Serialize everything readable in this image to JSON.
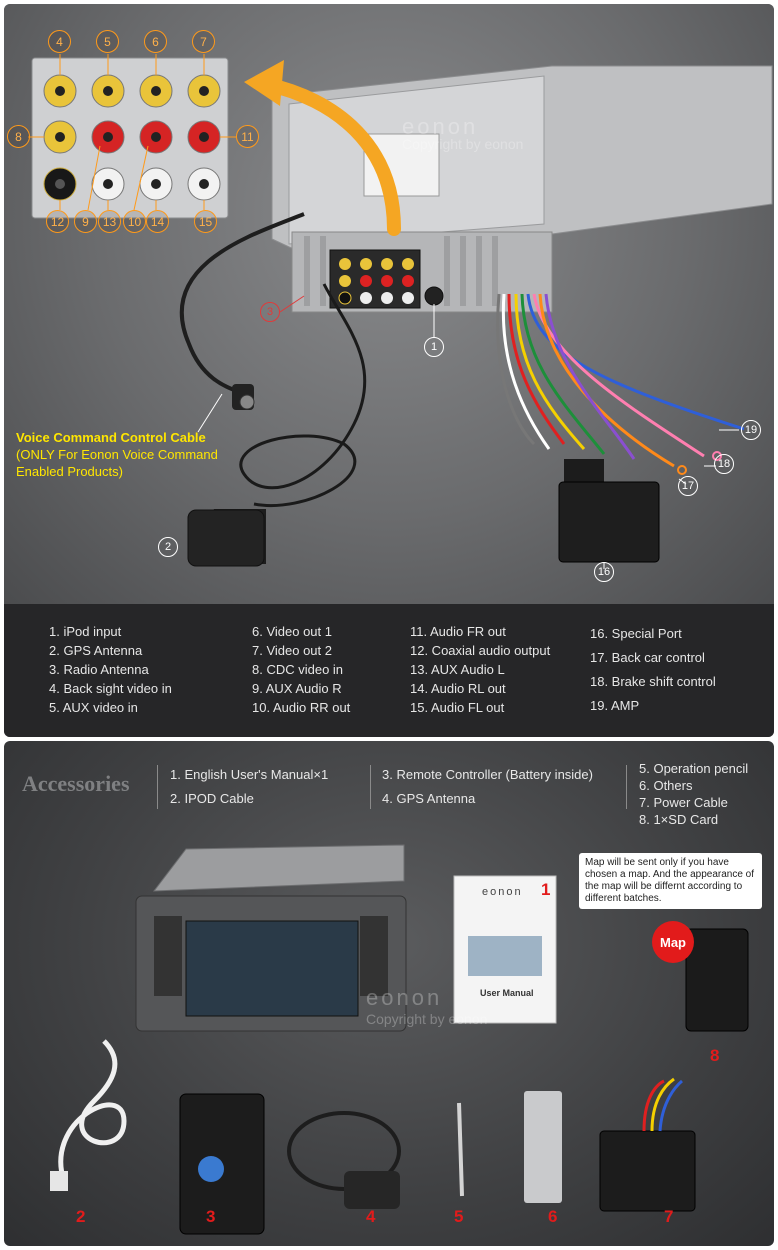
{
  "top": {
    "callouts": [
      "4",
      "5",
      "6",
      "7",
      "8",
      "11",
      "12",
      "9",
      "13",
      "10",
      "14",
      "15",
      "3",
      "1",
      "2",
      "16",
      "17",
      "18",
      "19"
    ],
    "voice_cable": {
      "title": "Voice Command Control Cable",
      "line1": "(ONLY For Eonon Voice Command",
      "line2": "Enabled Products)"
    },
    "watermark": {
      "brand": "eonon",
      "copyright": "Copyright by eonon"
    },
    "legend": {
      "col1": [
        "1. iPod input",
        "2. GPS Antenna",
        "3. Radio Antenna",
        "4. Back sight video in",
        "5. AUX video in"
      ],
      "col2": [
        "6. Video out 1",
        "7. Video out 2",
        "8. CDC video in",
        "9. AUX Audio R",
        "10. Audio RR out"
      ],
      "col3": [
        "11. Audio FR out",
        "12. Coaxial audio output",
        "13. AUX Audio L",
        "14. Audio RL out",
        "15. Audio FL out"
      ],
      "col4": [
        "16. Special Port",
        "17. Back car control",
        "18. Brake shift control",
        "19. AMP"
      ]
    }
  },
  "accessories": {
    "title": "Accessories",
    "col1": [
      "1. English User's Manual×1",
      "2. IPOD Cable"
    ],
    "col2": [
      "3. Remote Controller (Battery inside)",
      "4. GPS Antenna"
    ],
    "col3": [
      "5. Operation pencil",
      "6. Others",
      "7. Power Cable",
      "8. 1×SD Card"
    ],
    "map_note": "Map will be sent only if you have chosen a map. And the appearance of the map will be differnt according to different batches.",
    "map_badge": "Map",
    "manual_brand": "eonon",
    "manual_title": "User Manual",
    "item_numbers": [
      "1",
      "8",
      "2",
      "3",
      "4",
      "5",
      "6",
      "7"
    ],
    "watermark": {
      "brand": "eonon",
      "copyright": "Copyright by eonon"
    }
  }
}
